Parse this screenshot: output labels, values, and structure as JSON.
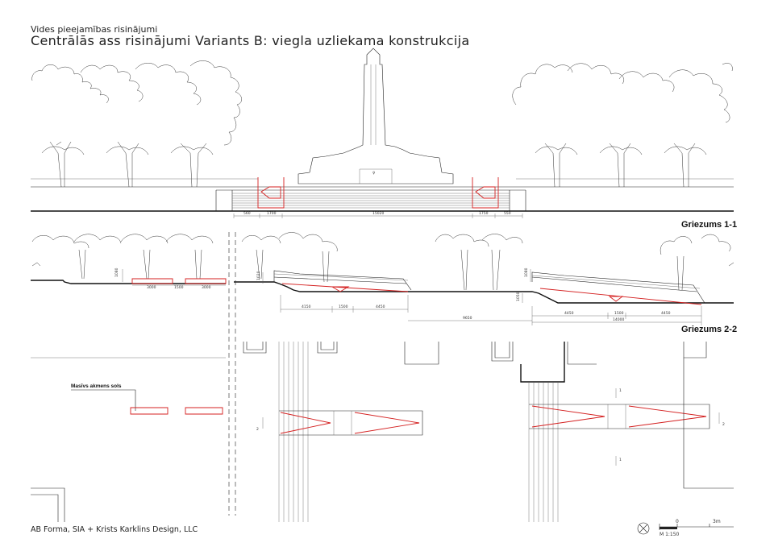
{
  "header": {
    "subtitle": "Vides pieejamības risinājumi",
    "title": "Centrālās ass risinājumi   Variants B:   viegla uzliekama konstrukcija"
  },
  "sections": {
    "section_1": "Griezums 1-1",
    "section_2": "Griezums 2-2"
  },
  "dimensions_row1": [
    "560",
    "1700",
    "15020",
    "1750",
    "550"
  ],
  "dimensions_row2": {
    "heights": [
      "1080",
      "1020",
      "1080",
      "1050"
    ],
    "benches": [
      "3000",
      "1500",
      "3000"
    ],
    "ramp_left": [
      "4150",
      "1500",
      "4450"
    ],
    "ramp_right": [
      "4450",
      "1500",
      "4450"
    ],
    "total_right": "14000",
    "span": "9650"
  },
  "plan": {
    "label": "Masīvs akmens sols",
    "markers": [
      "1",
      "2",
      "1",
      "2"
    ]
  },
  "footer": {
    "credit": "AB Forma, SIA + Krists Karklins Design, LLC",
    "scale_zero": "0",
    "scale_end": "3m",
    "scale_ratio": "M 1:150"
  },
  "colors": {
    "ink": "#222222",
    "accent": "#d42020",
    "paper": "#ffffff"
  }
}
